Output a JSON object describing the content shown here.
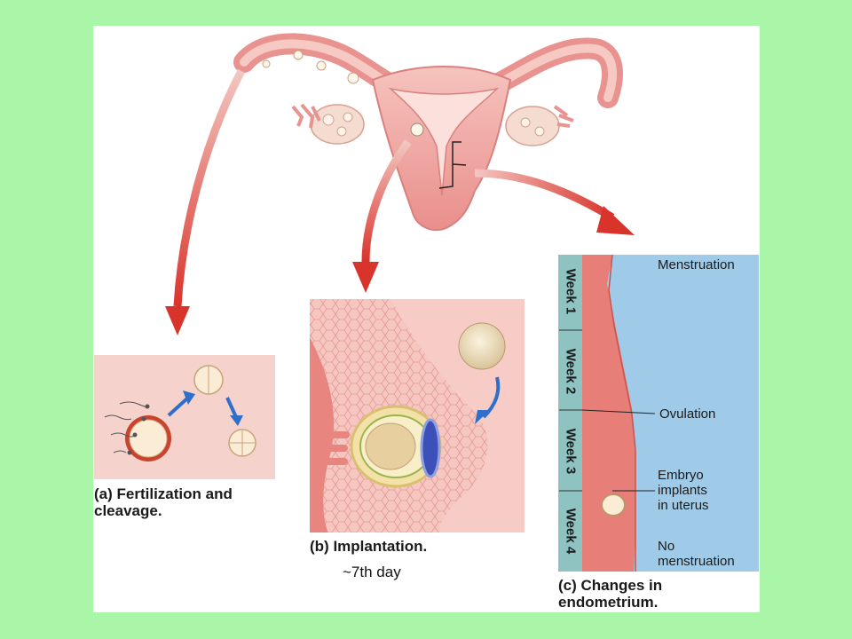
{
  "colors": {
    "background": "#aaf6a8",
    "panel": "#ffffff",
    "arrow_red": "#d9342b",
    "tissue_pink": "#f2a7a3",
    "fluid_blue": "#9fcbe8",
    "week_column": "#8fc3c2"
  },
  "captions": {
    "a": {
      "label": "(a)",
      "line1": "Fertilization and",
      "line2": "cleavage."
    },
    "b": {
      "label": "(b)",
      "line1": "Implantation."
    },
    "c": {
      "label": "(c)",
      "line1": "Changes in",
      "line2": "endometrium."
    }
  },
  "note_b": "~7th day",
  "endometrium": {
    "weeks": [
      "Week 1",
      "Week 2",
      "Week 3",
      "Week 4"
    ],
    "labels": {
      "menstruation": "Menstruation",
      "ovulation": "Ovulation",
      "implant_1": "Embryo",
      "implant_2": "implants",
      "implant_3": "in uterus",
      "nomens_1": "No",
      "nomens_2": "menstruation"
    }
  }
}
